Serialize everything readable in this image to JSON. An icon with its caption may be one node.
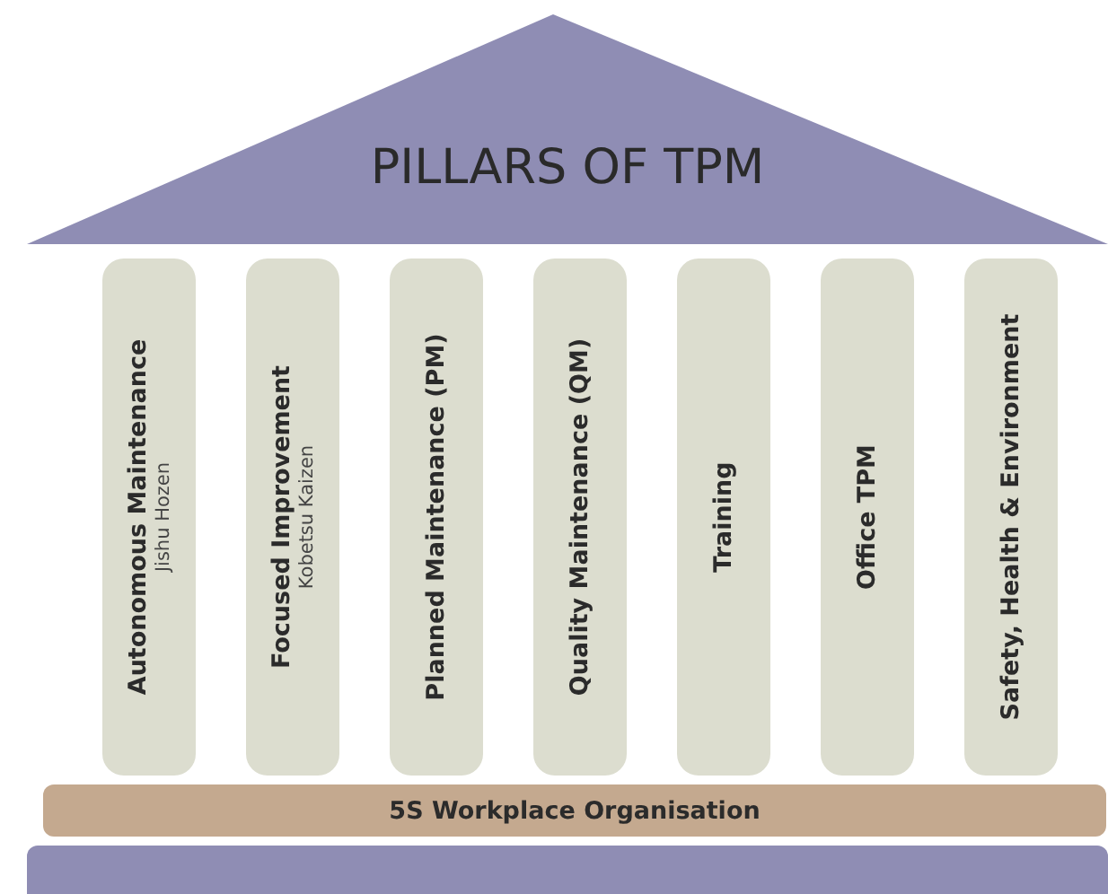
{
  "diagram": {
    "nodes": [
      {
        "text": [
          "PILLARS OF TPM"
        ]
      },
      {
        "text": [
          "Autonomous Maintenance",
          "Jishu Hozen"
        ]
      },
      {
        "text": [
          "Focused Improvement",
          "Kobetsu Kaizen"
        ]
      },
      {
        "text": [
          "Planned Maintenance (PM)"
        ]
      },
      {
        "text": [
          "Quality Maintenance (QM)"
        ]
      },
      {
        "text": [
          "Training"
        ]
      },
      {
        "text": [
          "Office TPM"
        ]
      },
      {
        "text": [
          "Safety, Health & Environment"
        ]
      },
      {
        "text": [
          "5S Workplace Organisation"
        ]
      },
      {
        "text": [],
        "shape": "bar"
      }
    ]
  }
}
